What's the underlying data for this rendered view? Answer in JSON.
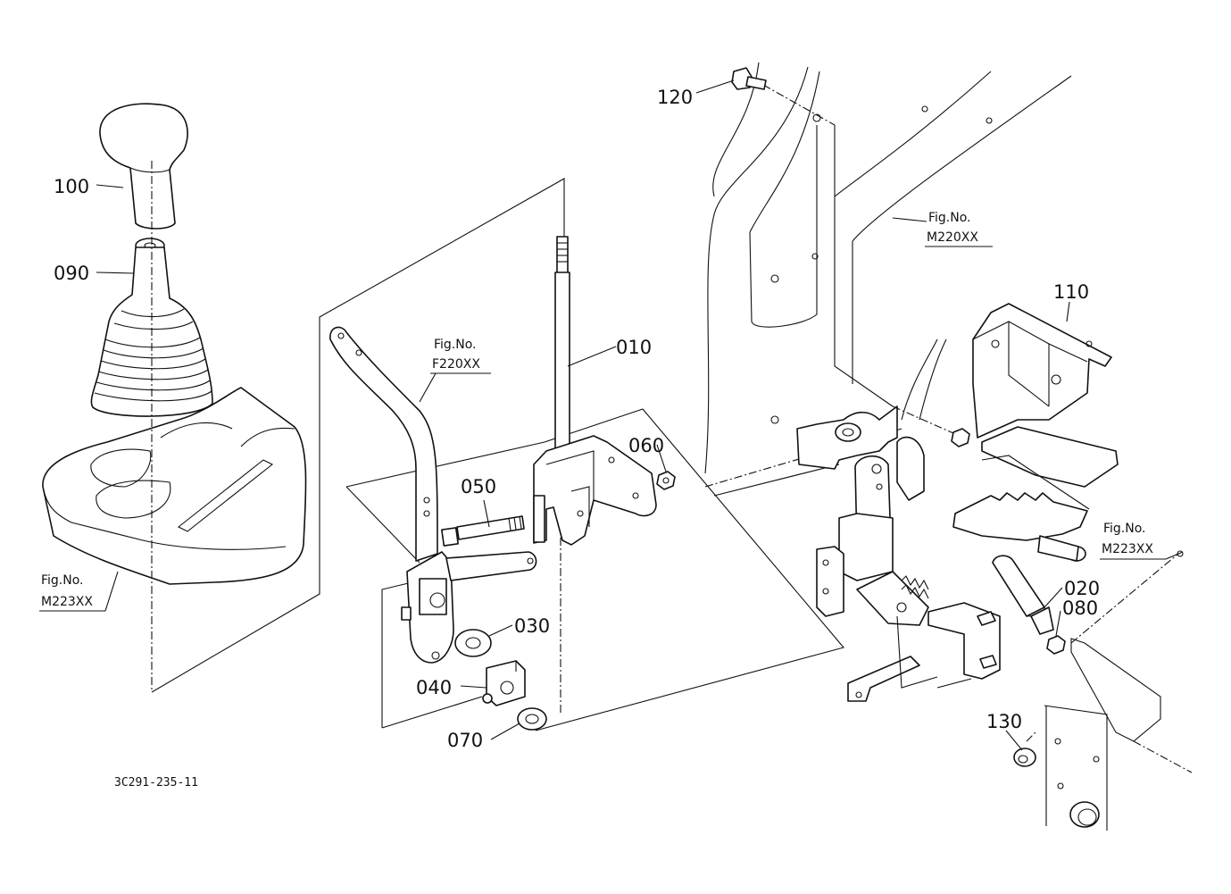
{
  "parts": [
    {
      "key": "p010",
      "label": "010"
    },
    {
      "key": "p020",
      "label": "020"
    },
    {
      "key": "p030",
      "label": "030"
    },
    {
      "key": "p040",
      "label": "040"
    },
    {
      "key": "p050",
      "label": "050"
    },
    {
      "key": "p060",
      "label": "060"
    },
    {
      "key": "p070",
      "label": "070"
    },
    {
      "key": "p080",
      "label": "080"
    },
    {
      "key": "p090",
      "label": "090"
    },
    {
      "key": "p100",
      "label": "100"
    },
    {
      "key": "p110",
      "label": "110"
    },
    {
      "key": "p120",
      "label": "120"
    },
    {
      "key": "p130",
      "label": "130"
    }
  ],
  "figure_refs": {
    "f220": {
      "line1": "Fig.No.",
      "line2": "F220XX"
    },
    "m220": {
      "line1": "Fig.No.",
      "line2": "M220XX"
    },
    "m223_left": {
      "line1": "Fig.No.",
      "line2": "M223XX"
    },
    "m223_right": {
      "line1": "Fig.No.",
      "line2": "M223XX"
    }
  },
  "drawing_code": "3C291-235-11"
}
